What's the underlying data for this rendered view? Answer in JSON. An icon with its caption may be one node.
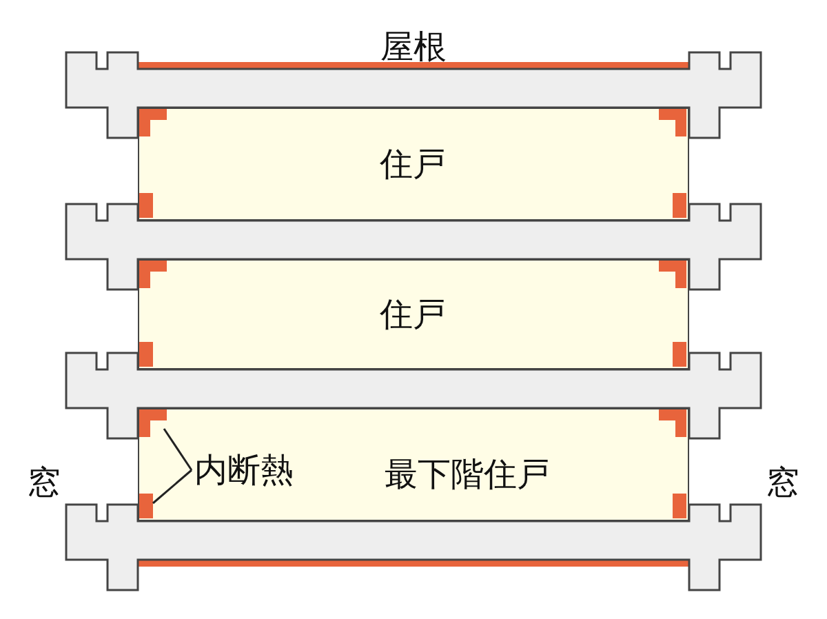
{
  "diagram": {
    "nodes": [
      {
        "text": [
          "住戸"
        ]
      },
      {
        "text": [
          "住戸"
        ]
      },
      {
        "text": [
          "最下階住戸"
        ]
      },
      {
        "text": [
          "内断熱"
        ],
        "in": 2
      },
      {
        "text": [],
        "shape": "bar",
        "in": 2
      },
      {
        "text": [],
        "shape": "bar",
        "in": 2
      },
      {
        "text": [],
        "shape": "bar",
        "in": 2
      },
      {
        "text": [],
        "shape": "bar",
        "in": 2
      }
    ],
    "edges": [
      {
        "from": 3,
        "to": 4,
        "arrow": "none"
      },
      {
        "from": 3,
        "to": 5,
        "arrow": "none"
      }
    ],
    "labels": [
      "屋根",
      "窓",
      "窓"
    ]
  }
}
